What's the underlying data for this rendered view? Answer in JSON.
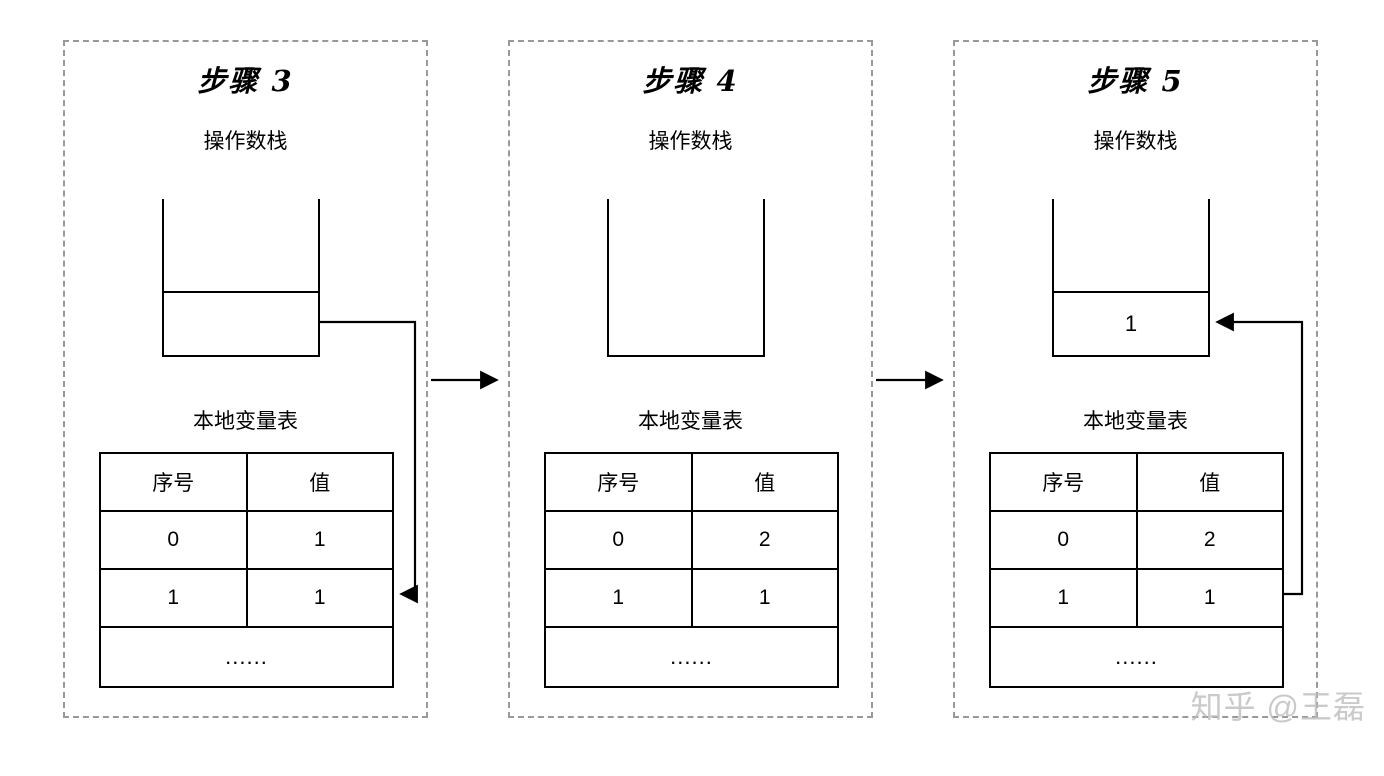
{
  "watermark": "知乎 @王磊",
  "panels": [
    {
      "title": "步骤 3",
      "stack_label": "操作数栈",
      "stack_slot_value": "",
      "table_label": "本地变量表",
      "table": {
        "headers": [
          "序号",
          "值"
        ],
        "rows": [
          [
            "0",
            "1"
          ],
          [
            "1",
            "1"
          ]
        ],
        "ellipsis": "......"
      }
    },
    {
      "title": "步骤 4",
      "stack_label": "操作数栈",
      "stack_slot_value": "",
      "table_label": "本地变量表",
      "table": {
        "headers": [
          "序号",
          "值"
        ],
        "rows": [
          [
            "0",
            "2"
          ],
          [
            "1",
            "1"
          ]
        ],
        "ellipsis": "......"
      }
    },
    {
      "title": "步骤 5",
      "stack_label": "操作数栈",
      "stack_slot_value": "1",
      "table_label": "本地变量表",
      "table": {
        "headers": [
          "序号",
          "值"
        ],
        "rows": [
          [
            "0",
            "2"
          ],
          [
            "1",
            "1"
          ]
        ],
        "ellipsis": "......"
      }
    }
  ]
}
